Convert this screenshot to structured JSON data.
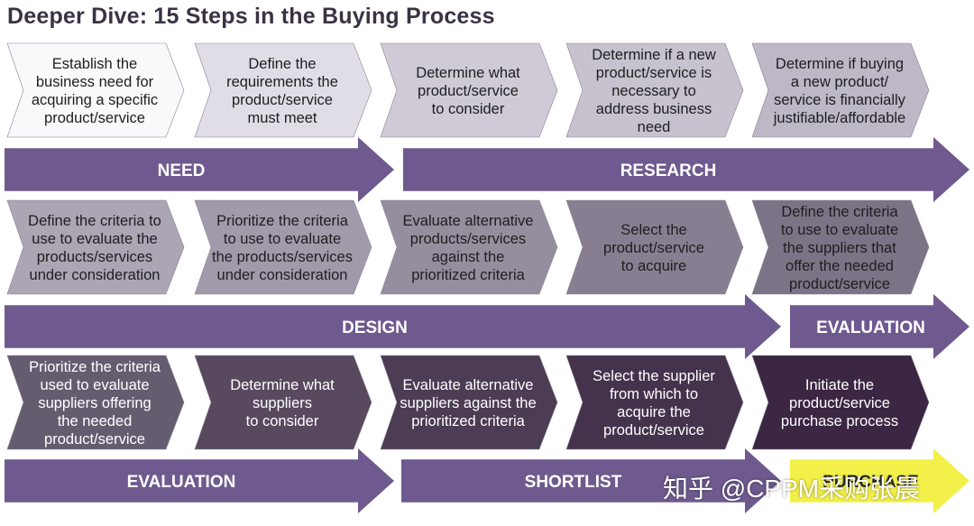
{
  "title": "Deeper Dive: 15 Steps in the Buying Process",
  "colors": {
    "banner": "#6e5a8e",
    "banner_purchase": "#f3f04a",
    "banner_text": "#ffffff",
    "banner_text_dark": "#2b2b2b",
    "step_text_light": "#1e1e1e",
    "step_text_dark": "#ffffff"
  },
  "rows": [
    {
      "steps": [
        {
          "text": "Establish the\nbusiness need for\nacquiring a specific\nproduct/service",
          "fill": "#f9f8fb",
          "text_color": "#1e1e1e"
        },
        {
          "text": "Define the\nrequirements the\nproduct/service\nmust meet",
          "fill": "#e1dde7",
          "text_color": "#1e1e1e"
        },
        {
          "text": "Determine what\nproduct/service\nto consider",
          "fill": "#cfcad6",
          "text_color": "#1e1e1e"
        },
        {
          "text": "Determine if a new\nproduct/service is\nnecessary to\naddress business\nneed",
          "fill": "#c7c2ce",
          "text_color": "#1e1e1e"
        },
        {
          "text": "Determine if buying\na new product/\nservice is financially\njustifiable/affordable",
          "fill": "#bdb7c6",
          "text_color": "#1e1e1e"
        }
      ],
      "banners": [
        {
          "label": "NEED",
          "style": "normal"
        },
        {
          "label": "RESEARCH",
          "style": "normal"
        }
      ]
    },
    {
      "steps": [
        {
          "text": "Define the criteria to\nuse to evaluate the\nproducts/services\nunder consideration",
          "fill": "#aba5b4",
          "text_color": "#1e1e1e"
        },
        {
          "text": "Prioritize the criteria\nto use to evaluate\nthe products/services\nunder consideration",
          "fill": "#a19aab",
          "text_color": "#1e1e1e"
        },
        {
          "text": "Evaluate alternative\nproducts/services\nagainst the\nprioritized criteria",
          "fill": "#958e9e",
          "text_color": "#1e1e1e"
        },
        {
          "text": "Select the\nproduct/service\nto acquire",
          "fill": "#877f91",
          "text_color": "#1e1e1e"
        },
        {
          "text": "Define the criteria\nto use to evaluate\nthe suppliers that\noffer the needed\nproduct/service",
          "fill": "#7c7386",
          "text_color": "#1e1e1e"
        }
      ],
      "banners": [
        {
          "label": "DESIGN",
          "style": "normal"
        },
        {
          "label": "EVALUATION",
          "style": "normal"
        }
      ]
    },
    {
      "steps": [
        {
          "text": "Prioritize the criteria\nused to evaluate\nsuppliers offering\nthe needed\nproduct/service",
          "fill": "#665c70",
          "text_color": "#ffffff"
        },
        {
          "text": "Determine what\nsuppliers\nto consider",
          "fill": "#58495f",
          "text_color": "#ffffff"
        },
        {
          "text": "Evaluate alternative\nsuppliers against the\nprioritized criteria",
          "fill": "#4c3c54",
          "text_color": "#ffffff"
        },
        {
          "text": "Select the supplier\nfrom which to\nacquire the\nproduct/service",
          "fill": "#45334d",
          "text_color": "#ffffff"
        },
        {
          "text": "Initiate the\nproduct/service\npurchase process",
          "fill": "#3b2643",
          "text_color": "#ffffff"
        }
      ],
      "banners": [
        {
          "label": "EVALUATION",
          "style": "normal"
        },
        {
          "label": "SHORTLIST",
          "style": "normal"
        },
        {
          "label": "PURCHASE",
          "style": "purchase"
        }
      ]
    }
  ],
  "watermark": "知乎 @CPPM采购张晨"
}
